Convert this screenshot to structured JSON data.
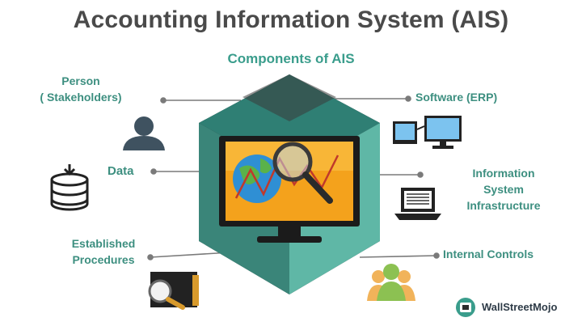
{
  "title": "Accounting Information System (AIS)",
  "subtitle": "Components of AIS",
  "components": {
    "person": {
      "line1": "Person",
      "line2": "( Stakeholders)",
      "icon": "person-icon"
    },
    "data": {
      "label": "Data",
      "icon": "database-icon"
    },
    "procedures": {
      "line1": "Established",
      "line2": "Procedures",
      "icon": "folder-magnifier-icon"
    },
    "software": {
      "label": "Software (ERP)",
      "icon": "computers-icon"
    },
    "infrastructure": {
      "line1": "Information",
      "line2": "System",
      "line3": "Infrastructure",
      "icon": "laptop-icon"
    },
    "controls": {
      "label": "Internal Controls",
      "icon": "people-group-icon"
    }
  },
  "center": {
    "icon": "monitor-globe-magnifier-icon"
  },
  "brand": {
    "name": "WallStreetMojo",
    "icon": "wsm-logo-icon"
  },
  "colors": {
    "teal_dark": "#2f7f74",
    "teal_light": "#5fb7a6",
    "hex_dark": "#2c2c2c",
    "accent": "#3a9d8c",
    "title": "#4a4a4a"
  }
}
